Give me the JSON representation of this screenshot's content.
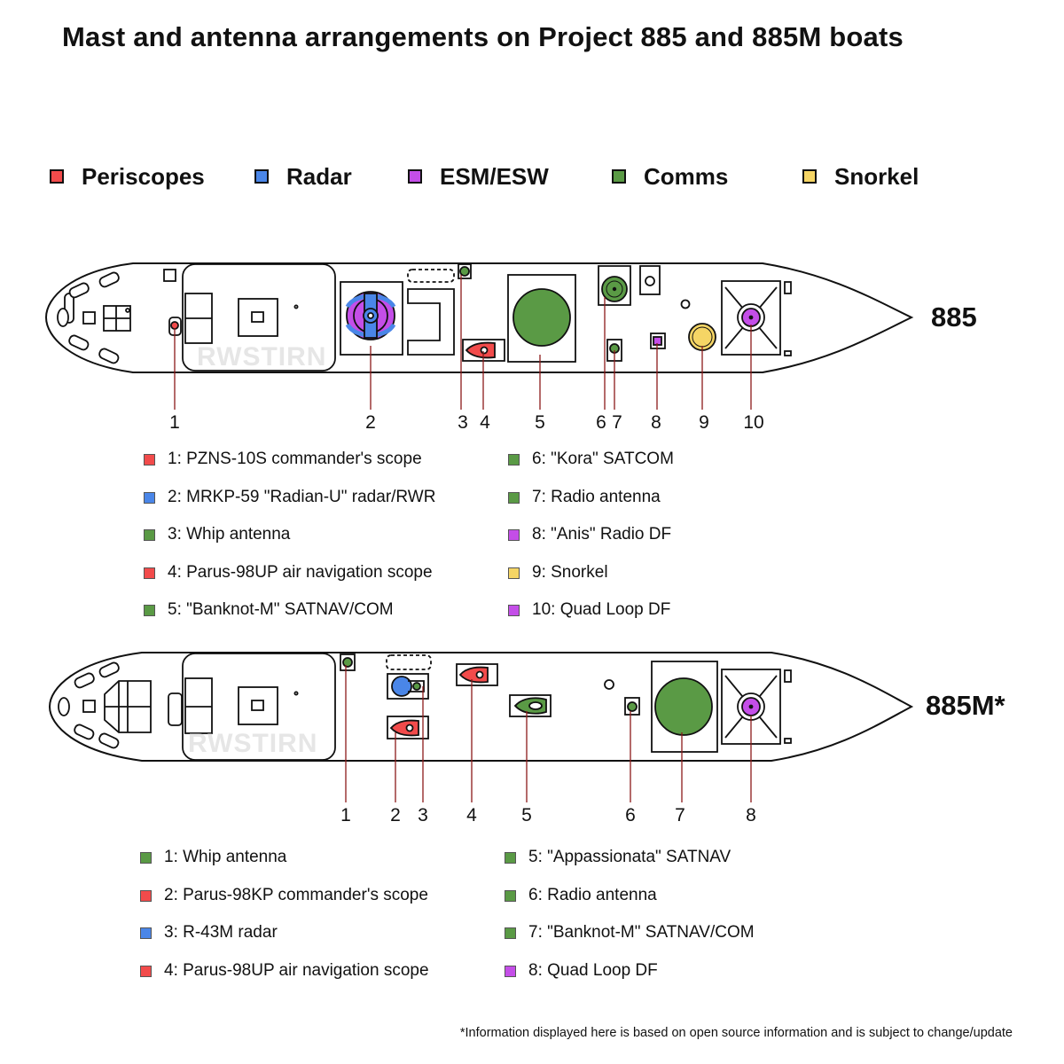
{
  "title": "Mast and antenna arrangements on Project 885 and 885M boats",
  "legend": [
    {
      "label": "Periscopes",
      "color": "#f24b4b"
    },
    {
      "label": "Radar",
      "color": "#4a86e8"
    },
    {
      "label": "ESM/ESW",
      "color": "#c44ee8"
    },
    {
      "label": "Comms",
      "color": "#5a9a45"
    },
    {
      "label": "Snorkel",
      "color": "#f5d565"
    }
  ],
  "watermark": "RWSTIRN",
  "boat885": {
    "name": "885",
    "numbers": [
      "1",
      "2",
      "3",
      "4",
      "5",
      "6",
      "7",
      "8",
      "9",
      "10"
    ],
    "items": [
      {
        "text": "1: PZNS-10S commander's scope",
        "color": "#f24b4b"
      },
      {
        "text": "2: MRKP-59 \"Radian-U\" radar/RWR",
        "color": "#4a86e8"
      },
      {
        "text": "3: Whip antenna",
        "color": "#5a9a45"
      },
      {
        "text": "4: Parus-98UP air navigation scope",
        "color": "#f24b4b"
      },
      {
        "text": "5: \"Banknot-M\" SATNAV/COM",
        "color": "#5a9a45"
      },
      {
        "text": "6: \"Kora\" SATCOM",
        "color": "#5a9a45"
      },
      {
        "text": "7: Radio antenna",
        "color": "#5a9a45"
      },
      {
        "text": "8: \"Anis\" Radio DF",
        "color": "#c44ee8"
      },
      {
        "text": "9: Snorkel",
        "color": "#f5d565"
      },
      {
        "text": "10: Quad Loop DF",
        "color": "#c44ee8"
      }
    ]
  },
  "boat885m": {
    "name": "885M*",
    "numbers": [
      "1",
      "2",
      "3",
      "4",
      "5",
      "6",
      "7",
      "8"
    ],
    "items": [
      {
        "text": "1: Whip antenna",
        "color": "#5a9a45"
      },
      {
        "text": "2: Parus-98KP commander's scope",
        "color": "#f24b4b"
      },
      {
        "text": "3: R-43M radar",
        "color": "#4a86e8"
      },
      {
        "text": "4: Parus-98UP air navigation scope",
        "color": "#f24b4b"
      },
      {
        "text": "5: \"Appassionata\" SATNAV",
        "color": "#5a9a45"
      },
      {
        "text": "6: Radio antenna",
        "color": "#5a9a45"
      },
      {
        "text": "7: \"Banknot-M\" SATNAV/COM",
        "color": "#5a9a45"
      },
      {
        "text": "8: Quad Loop DF",
        "color": "#c44ee8"
      }
    ]
  },
  "footnote": "*Information displayed here is based on open source information and is subject to change/update"
}
